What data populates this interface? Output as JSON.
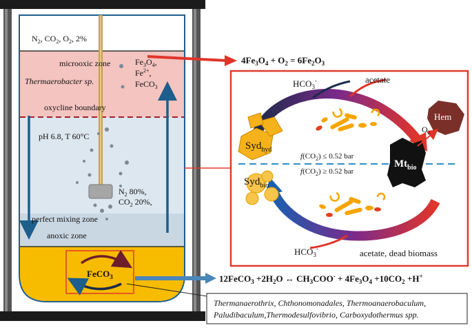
{
  "reactor": {
    "headspace_gas": "N",
    "headspace_gas_sub": "2",
    "headspace_rest1": ", CO",
    "headspace_rest1_sub": "2",
    "headspace_rest2": ", O",
    "headspace_rest2_sub": "2",
    "headspace_rest3": ", 2%",
    "microoxic_label": "microoxic zone",
    "organism_label": "Thermaerobacter sp.",
    "fe3o4_label": "Fe",
    "fe3o4_sub1": "3",
    "fe3o4_o": "O",
    "fe3o4_sub2": "4",
    "fe3o4_comma": ",",
    "fe2plus_label": "Fe",
    "fe2plus_sup": "2+",
    "fe2plus_comma": ",",
    "feco3_small_fe": "FeCO",
    "feco3_small_sub": "3",
    "oxycline_label": "oxycline boundary",
    "conditions_label": "pH 6.8, T 60°C",
    "gas_n": "N",
    "gas_n_sub": "2",
    "gas_n_rest": " 80%,",
    "gas_co": "CO",
    "gas_co_sub": "2",
    "gas_co_rest": " 20%,",
    "mixing_label": "perfect mixing zone",
    "anoxic_label": "anoxic zone",
    "sediment_fe": "FeCO",
    "sediment_sub": "3"
  },
  "reactions": {
    "top_lhs": "4Fe",
    "top_sub1": "3",
    "top_o": "O",
    "top_sub2": "4",
    "top_plus": " + O",
    "top_sub3": "2",
    "top_eq": " = 6Fe",
    "top_sub4": "2",
    "top_o2": "O",
    "top_sub5": "3",
    "bottom_a": "12FeCO",
    "bottom_sub1": "3",
    "bottom_b": " +2H",
    "bottom_sub2": "2",
    "bottom_c": "O ↔ CH",
    "bottom_sub3": "3",
    "bottom_d": "COO",
    "bottom_sup1": "-",
    "bottom_e": " + 4Fe",
    "bottom_sub4": "3",
    "bottom_f": "O",
    "bottom_sub5": "4",
    "bottom_g": " +10CO",
    "bottom_sub6": "2",
    "bottom_h": " +H",
    "bottom_sup2": "+"
  },
  "cycle": {
    "hco3_top": "HCO",
    "hco3_top_sub": "3",
    "hco3_top_sup": "-",
    "acetate_top": "acetate",
    "syd_hyd": "Syd",
    "syd_hyd_sub": "hyd",
    "syd_bio": "Syd",
    "syd_bio_sub": "bio",
    "mt_bio": "Mt",
    "mt_bio_sub": "bio",
    "o2_label": "O",
    "o2_sub": "2",
    "hem_label": "Hem",
    "fco2_le_f": "f",
    "fco2_le_rest": "(CO",
    "fco2_le_sub": "2",
    "fco2_le_val": ") ≤ 0.52 bar",
    "fco2_ge_f": "f",
    "fco2_ge_rest": "(CO",
    "fco2_ge_sub": "2",
    "fco2_ge_val": ") ≥ 0.52 bar",
    "hco3_bottom": "HCO",
    "hco3_bottom_sub": "3",
    "hco3_bottom_sup": "-",
    "acetate_bottom": "acetate, dead biomass"
  },
  "callout": {
    "line1": "Thermanaerothrix, Chthonomonadales, Thermoanaerobaculum,",
    "line2": "Paludibaculum,Thermodesulfovibrio, Carboxydothermus spp."
  },
  "colors": {
    "microoxic": "#f4c4c0",
    "anoxic_water": "#dce7ef",
    "sediment": "#f7bb00",
    "frame_border": "#e03a2a",
    "arrow_blue": "#1d5e8c",
    "oxycline_line": "#a01e2a",
    "dashed_blue": "#2a8fc8",
    "hem": "#7a3028"
  }
}
